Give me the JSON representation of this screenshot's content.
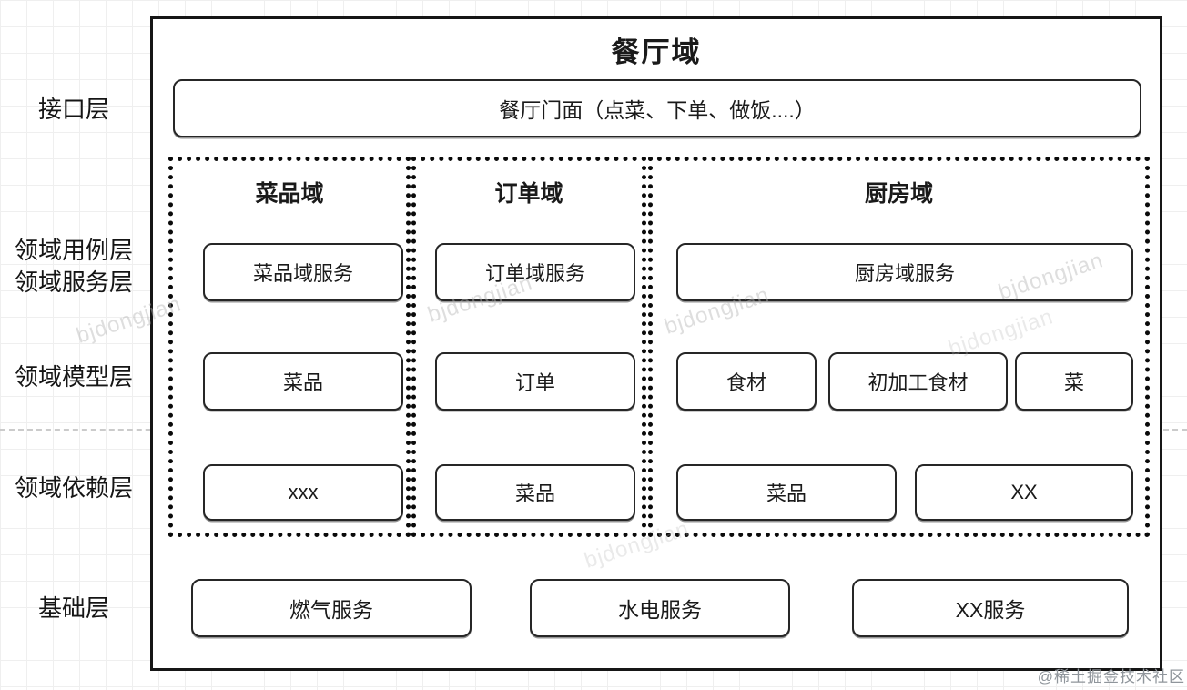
{
  "watermark": {
    "text": "bjdongjian"
  },
  "credit": "@稀土掘金技术社区",
  "diagram": {
    "title": "餐厅域",
    "facade": "餐厅门面（点菜、下单、做饭....）",
    "layer_labels": {
      "interface": "接口层",
      "usecase_line1": "领域用例层",
      "usecase_line2": "领域服务层",
      "model": "领域模型层",
      "dependency": "领域依赖层",
      "base": "基础层"
    },
    "domains": [
      {
        "name": "菜品域",
        "service": "菜品域服务",
        "models": [
          "菜品"
        ],
        "dependencies": [
          "xxx"
        ]
      },
      {
        "name": "订单域",
        "service": "订单域服务",
        "models": [
          "订单"
        ],
        "dependencies": [
          "菜品"
        ]
      },
      {
        "name": "厨房域",
        "service": "厨房域服务",
        "models": [
          "食材",
          "初加工食材",
          "菜"
        ],
        "dependencies": [
          "菜品",
          "XX"
        ]
      }
    ],
    "base_services": [
      "燃气服务",
      "水电服务",
      "XX服务"
    ]
  }
}
